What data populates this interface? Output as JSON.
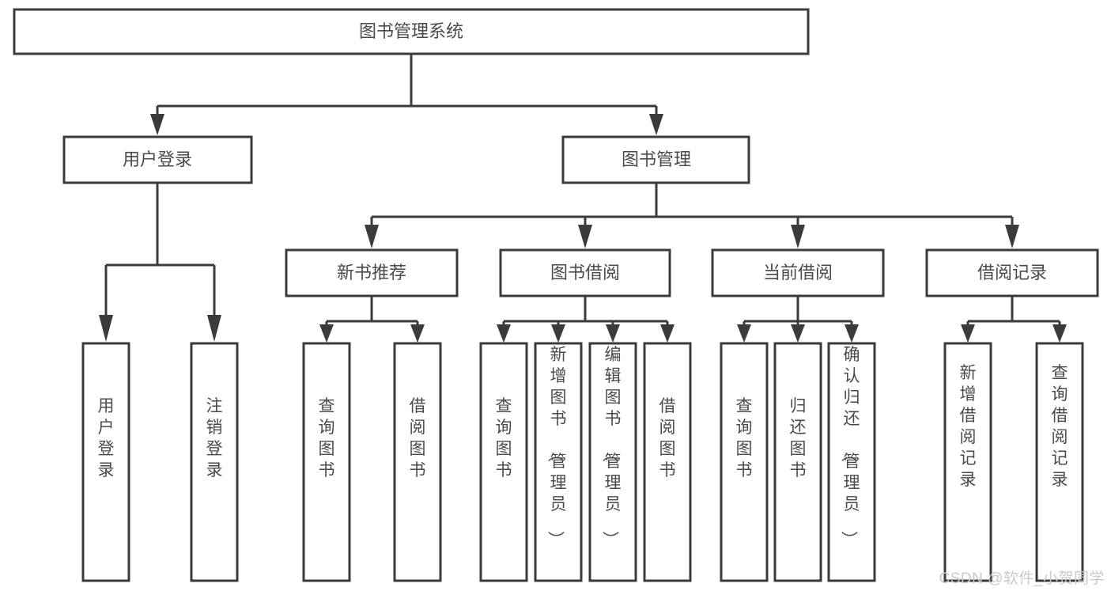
{
  "diagram": {
    "type": "tree-hierarchy",
    "orientation": "top-down",
    "watermark": "CSDN @软件_小贺同学",
    "style": {
      "box_fill": "#ffffff",
      "box_stroke": "#3b3b3b",
      "text_color": "#4a4a4a",
      "watermark_color": "#c9c9c9",
      "background": "#ffffff"
    },
    "root": {
      "label": "图书管理系统"
    },
    "level2": [
      {
        "label": "用户登录"
      },
      {
        "label": "图书管理"
      }
    ],
    "level3": [
      {
        "label": "新书推荐"
      },
      {
        "label": "图书借阅"
      },
      {
        "label": "当前借阅"
      },
      {
        "label": "借阅记录"
      }
    ],
    "leaves": {
      "user_login": [
        {
          "label": "用户登录"
        },
        {
          "label": "注销登录"
        }
      ],
      "new_book_recommend": [
        {
          "label": "查询图书"
        },
        {
          "label": "借阅图书"
        }
      ],
      "book_borrow": [
        {
          "label": "查询图书"
        },
        {
          "label": "新增图书（管理员）"
        },
        {
          "label": "编辑图书（管理员）"
        },
        {
          "label": "借阅图书"
        }
      ],
      "current_borrow": [
        {
          "label": "查询图书"
        },
        {
          "label": "归还图书"
        },
        {
          "label": "确认归还（管理员）"
        }
      ],
      "borrow_record": [
        {
          "label": "新增借阅记录"
        },
        {
          "label": "查询借阅记录"
        }
      ]
    }
  }
}
